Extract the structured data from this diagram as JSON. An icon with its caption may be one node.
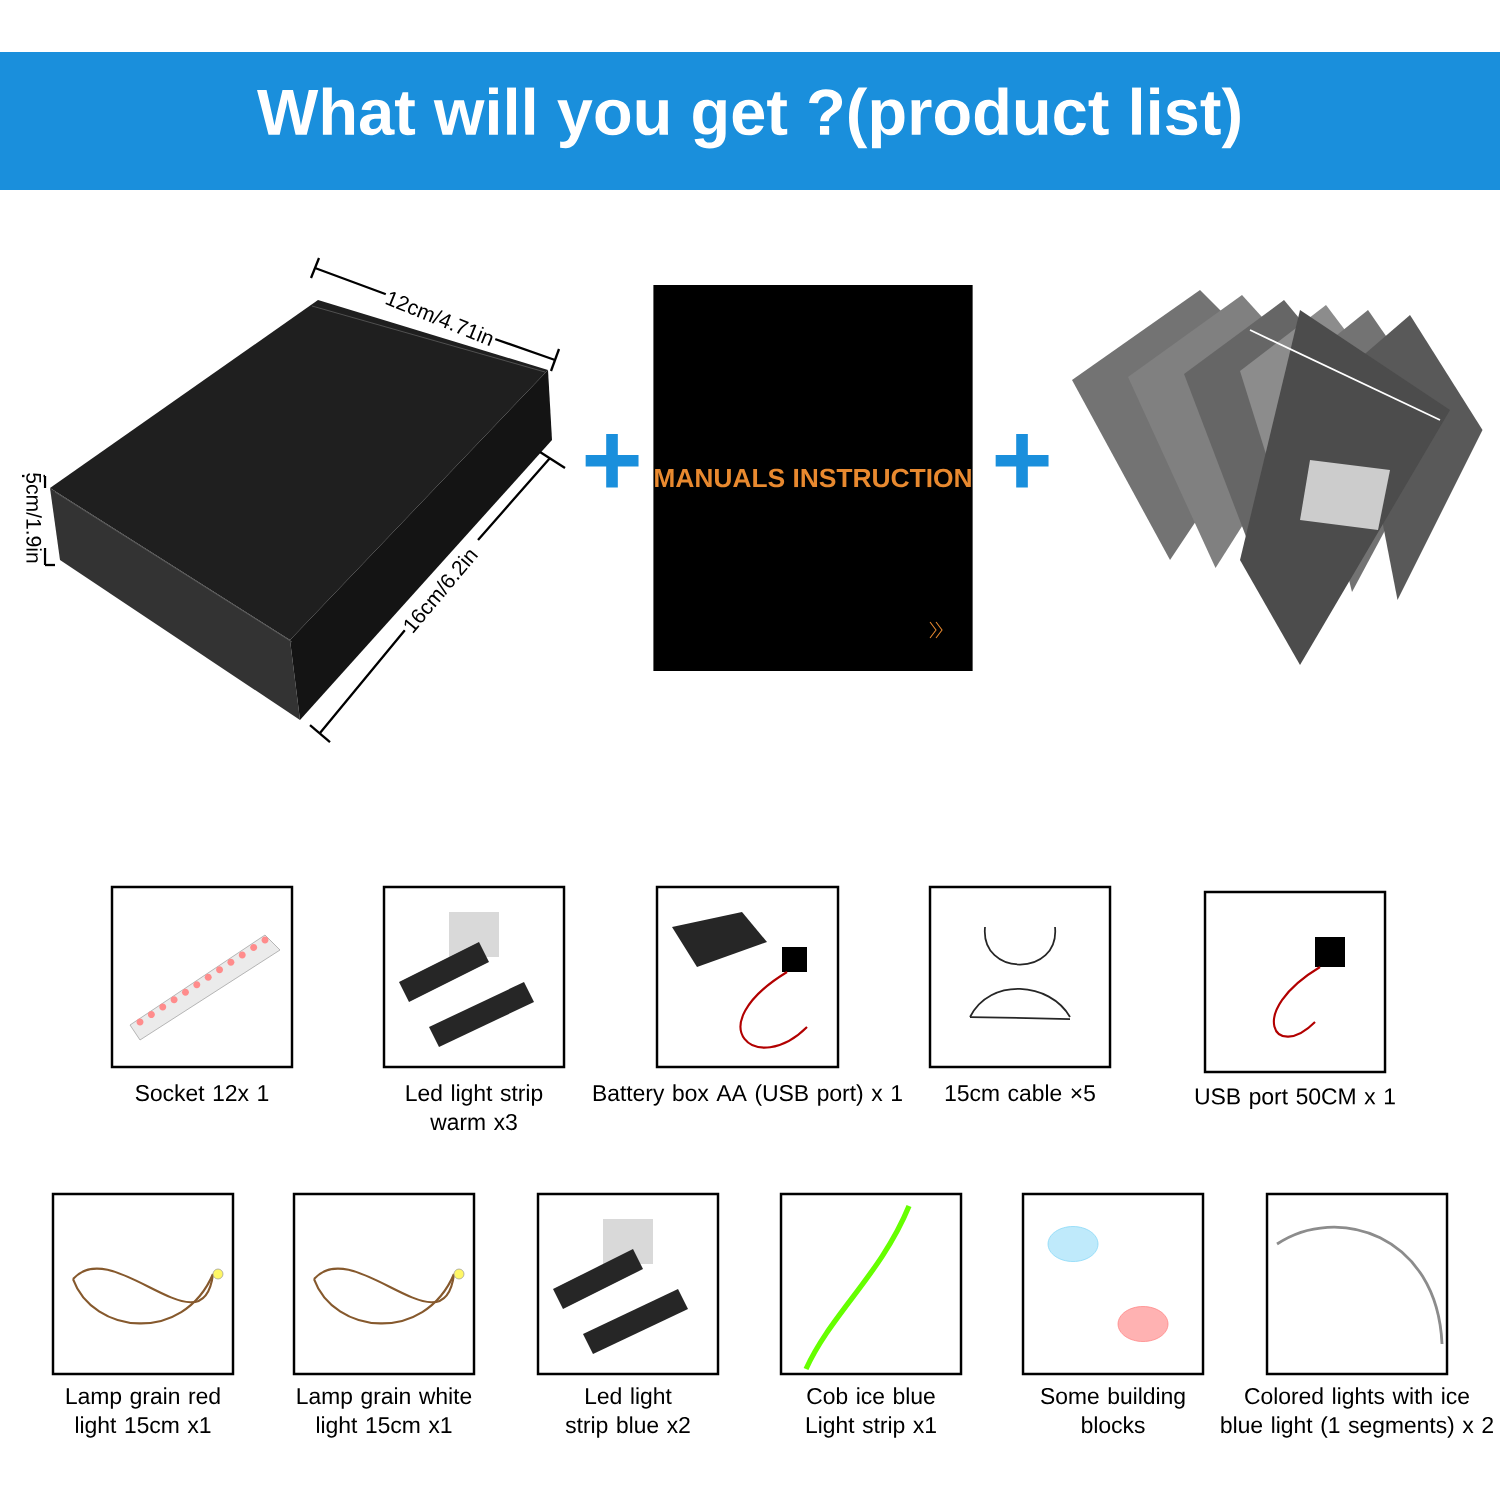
{
  "diagram": {
    "title": "What will you get ?(product list)",
    "nodes": [
      {
        "text": [],
        "shape": "picture"
      },
      {
        "text": [
          "MANUALS INSTRUCTION"
        ]
      },
      {
        "text": [],
        "shape": "picture"
      },
      {
        "text": [],
        "shape": "picture",
        "beside": [
          "Socket 12x 1"
        ]
      },
      {
        "text": [],
        "shape": "picture",
        "beside": [
          "Led light strip warm x3"
        ]
      },
      {
        "text": [],
        "shape": "picture",
        "beside": [
          "Battery box AA (USB port) x 1"
        ]
      },
      {
        "text": [],
        "shape": "picture",
        "beside": [
          "15cm cable ×5"
        ]
      },
      {
        "text": [],
        "shape": "picture",
        "beside": [
          "USB port 50CM x 1"
        ]
      },
      {
        "text": [],
        "shape": "picture",
        "beside": [
          "Lamp grain red light 15cm x1"
        ]
      },
      {
        "text": [],
        "shape": "picture",
        "beside": [
          "Lamp grain white light 15cm x1"
        ]
      },
      {
        "text": [],
        "shape": "picture",
        "beside": [
          "Led light strip blue x2"
        ]
      },
      {
        "text": [],
        "shape": "picture",
        "beside": [
          "Cob ice blue Light strip x1"
        ]
      },
      {
        "text": [],
        "shape": "picture",
        "beside": [
          "Some building blocks"
        ]
      },
      {
        "text": [],
        "shape": "picture",
        "beside": [
          "Colored lights with ice blue light (1 segments) x 2"
        ]
      }
    ],
    "labels": [
      "12cm/4.71in",
      "5cm/1.9in",
      "16cm/6.2in",
      "+",
      "+"
    ]
  }
}
